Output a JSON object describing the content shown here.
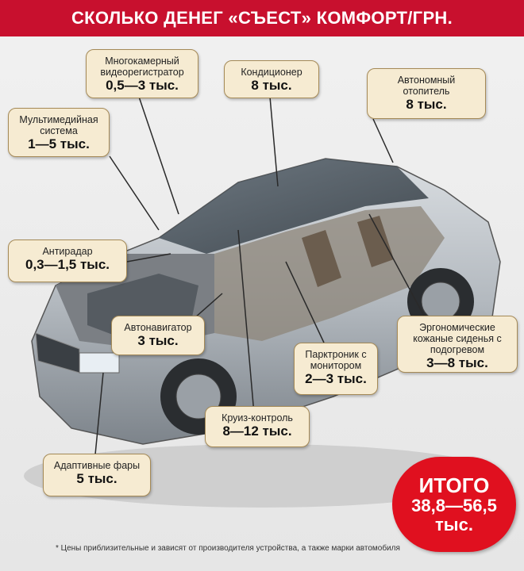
{
  "header": {
    "title": "СКОЛЬКО ДЕНЕГ «СЪЕСТ» КОМФОРТ/ГРН."
  },
  "callouts": [
    {
      "id": "dvr",
      "label": "Многокамерный видеорегистратор",
      "price": "0,5—3 тыс."
    },
    {
      "id": "ac",
      "label": "Кондиционер",
      "price": "8 тыс."
    },
    {
      "id": "heater",
      "label": "Автономный отопитель",
      "price": "8 тыс."
    },
    {
      "id": "multimedia",
      "label": "Мультимедийная система",
      "price": "1—5 тыс."
    },
    {
      "id": "radar",
      "label": "Антирадар",
      "price": "0,3—1,5 тыс."
    },
    {
      "id": "navigator",
      "label": "Автонавигатор",
      "price": "3 тыс."
    },
    {
      "id": "parktronic",
      "label": "Парктроник с монитором",
      "price": "2—3 тыс."
    },
    {
      "id": "seats",
      "label": "Эргономические кожаные сиденья с подогревом",
      "price": "3—8 тыс."
    },
    {
      "id": "cruise",
      "label": "Круиз-контроль",
      "price": "8—12 тыс."
    },
    {
      "id": "headlights",
      "label": "Адаптивные фары",
      "price": "5 тыс."
    }
  ],
  "total": {
    "label": "ИТОГО",
    "range": "38,8—56,5",
    "unit": "тыс."
  },
  "footnote": "* Цены приблизительные и зависят от производителя устройства, а также марки автомобиля",
  "colors": {
    "header_bg": "#c8102e",
    "callout_bg": "#f6ebd2",
    "callout_border": "#a58a57",
    "total_bg": "#e0101f"
  }
}
